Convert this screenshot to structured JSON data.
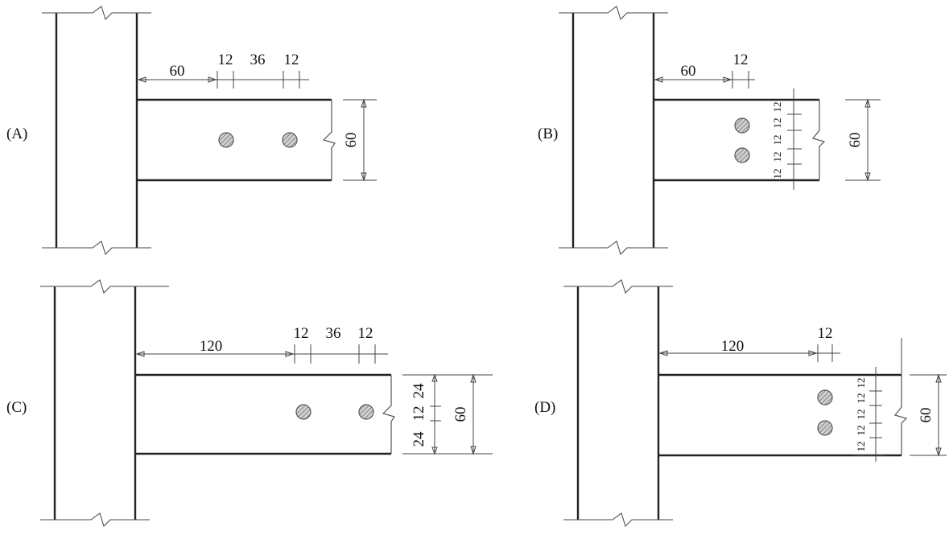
{
  "panels": [
    {
      "id": "A",
      "label": "(A)",
      "top_dims": [
        "60",
        "12",
        "36",
        "12"
      ],
      "depth": "60",
      "bolt_count": 2,
      "layout": "horizontal"
    },
    {
      "id": "B",
      "label": "(B)",
      "top_dims": [
        "60",
        "12"
      ],
      "vertical_dims": [
        "12",
        "12",
        "12",
        "12",
        "12"
      ],
      "depth": "60",
      "bolt_count": 2,
      "layout": "vertical"
    },
    {
      "id": "C",
      "label": "(C)",
      "top_dims": [
        "120",
        "12",
        "36",
        "12"
      ],
      "vertical_dims": [
        "24",
        "12",
        "24"
      ],
      "depth": "60",
      "bolt_count": 2,
      "layout": "horizontal"
    },
    {
      "id": "D",
      "label": "(D)",
      "top_dims": [
        "120",
        "12"
      ],
      "vertical_dims": [
        "12",
        "12",
        "12",
        "12",
        "12"
      ],
      "depth": "60",
      "bolt_count": 2,
      "layout": "vertical"
    }
  ],
  "colors": {
    "line": "#222222",
    "bolt_fill": "#b8b8b8"
  }
}
